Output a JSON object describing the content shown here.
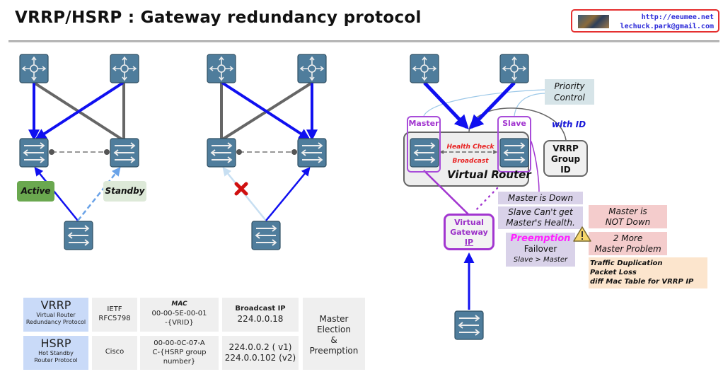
{
  "header": {
    "title": "VRRP/HSRP : Gateway redundancy protocol",
    "credit_url": "http://eeumee.net",
    "credit_email": "lechuck.park@gmail.com"
  },
  "colors": {
    "device_fill": "#4f7d9c",
    "active_path": "#1010f0",
    "standby_path": "#6aa3e8",
    "inactive_link": "#666666",
    "role_outline": "#a236d0",
    "active_tag": "#6aa84f",
    "standby_tag": "#dde9d8",
    "failure_mark": "#d01010"
  },
  "diagram_normal": {
    "tags": {
      "active": "Active",
      "standby": "Standby"
    }
  },
  "diagram_failover": {
    "failure_icon": "x-mark"
  },
  "diagram_virtual": {
    "priority": [
      "Priority",
      "Control"
    ],
    "with_id": "with ID",
    "group_id": [
      "VRRP",
      "Group",
      "ID"
    ],
    "master_label": "Master",
    "slave_label": "Slave",
    "health_check": "Health Check",
    "broadcast": "Broadcast",
    "virtual_router": "Virtual Router",
    "virtual_gateway": [
      "Virtual",
      "Gateway",
      "IP"
    ],
    "master_down": "Master is Down",
    "cant_get": [
      "Slave Can't get",
      "Master's Health."
    ],
    "preemption": "Preemption",
    "failover": "Failover",
    "slave_gt_master": "Slave > Master",
    "not_down": [
      "Master is",
      "NOT Down"
    ],
    "two_more": [
      "2 More",
      "Master Problem"
    ],
    "problems": [
      "Traffic Duplication",
      "Packet Loss",
      "diff Mac Table for VRRP IP"
    ]
  },
  "table": {
    "rows": [
      {
        "name": "VRRP",
        "full": [
          "Virtual Router",
          "Redundancy Protocol"
        ],
        "org": [
          "IETF",
          "RFC5798"
        ],
        "mac_header": "MAC",
        "mac": [
          "00-00-5E-00-01",
          "-{VRID}"
        ],
        "ip_header": "Broadcast IP",
        "ip": [
          "224.0.0.18"
        ]
      },
      {
        "name": "HSRP",
        "full": [
          "Hot Standby",
          "Router Protocol"
        ],
        "org": [
          "Cisco"
        ],
        "mac": [
          "00-00-0C-07-A",
          "C-{HSRP group",
          "number}"
        ],
        "ip": [
          "224.0.0.2 ( v1)",
          "224.0.0.102 (v2)"
        ]
      }
    ],
    "shared": [
      "Master",
      "Election",
      "&",
      "Preemption"
    ]
  }
}
